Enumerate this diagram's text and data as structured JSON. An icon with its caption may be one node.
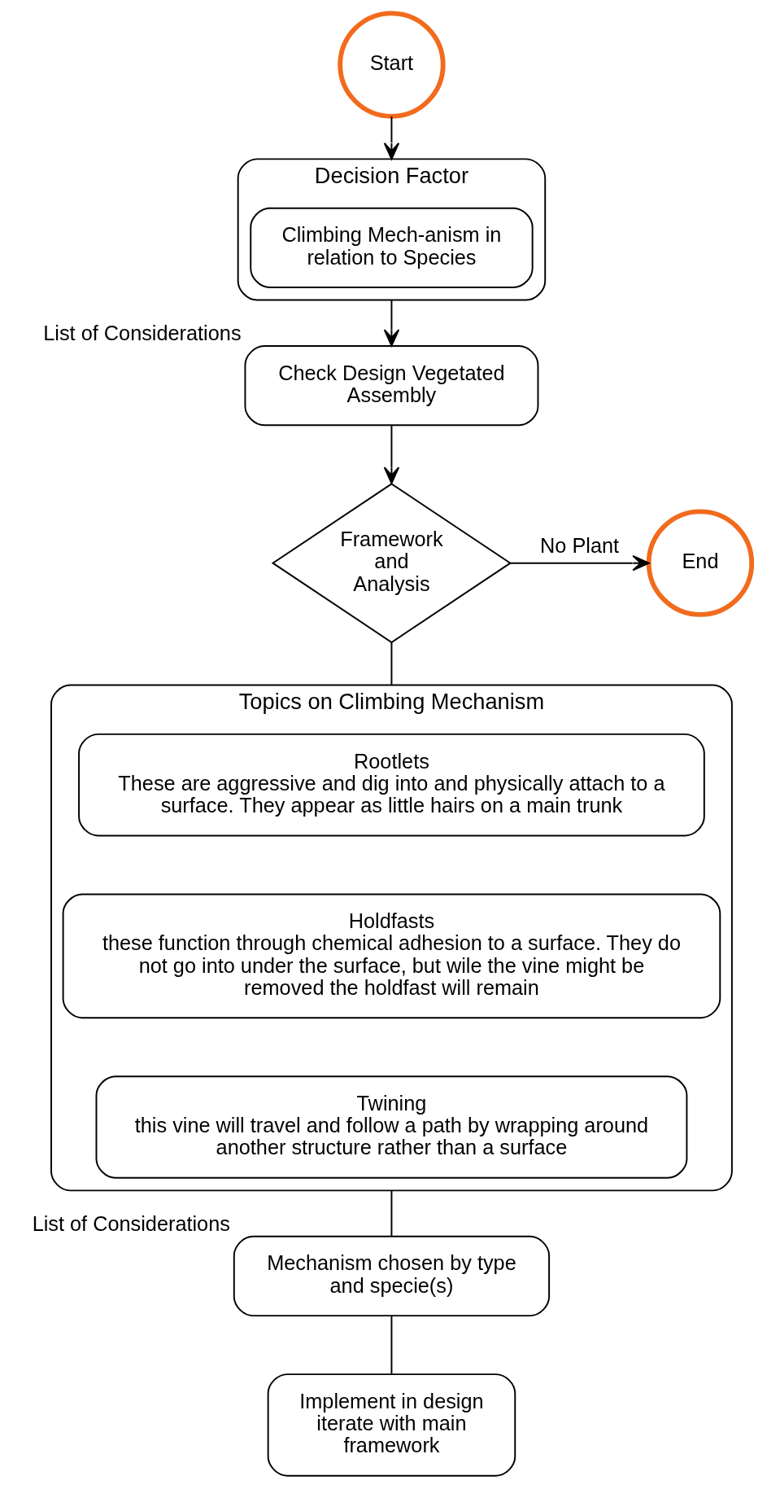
{
  "diagram": {
    "nodes": [
      {
        "text": [
          "Start"
        ]
      },
      {
        "text": [
          "Decision Factor"
        ]
      },
      {
        "text": [
          "Climbing Mech-anism in relation to Species"
        ],
        "in": 1
      },
      {
        "text": [
          "Check Design Vegetated Assembly"
        ],
        "beside": [
          "List of Considerations"
        ]
      },
      {
        "text": [
          "Framework and Analysis"
        ]
      },
      {
        "text": [
          "End"
        ]
      },
      {
        "text": [
          "Topics on Climbing Mechanism"
        ]
      },
      {
        "text": [
          "Rootlets",
          "These are aggressive and dig into and physically attach to a surface. They appear as little hairs on a main trunk"
        ],
        "in": 6
      },
      {
        "text": [
          "Holdfasts",
          "these function through chemical adhesion to a surface. They do not go into under the surface, but wile the vine might be removed the holdfast will remain"
        ],
        "in": 6
      },
      {
        "text": [
          "Twining",
          "this vine will travel and follow a path by wrapping around another structure rather than a surface"
        ],
        "in": 6
      },
      {
        "text": [
          "Mechanism chosen by type and specie(s)"
        ],
        "beside": [
          "List of Considerations"
        ]
      },
      {
        "text": [
          "Implement in design iterate with main framework"
        ]
      }
    ],
    "edges": [
      {
        "from": 0,
        "to": 1,
        "arrow": "to"
      },
      {
        "from": 1,
        "to": 3,
        "arrow": "to"
      },
      {
        "from": 3,
        "to": 4,
        "arrow": "to"
      },
      {
        "from": 4,
        "to": 5,
        "arrow": "to",
        "label": "No Plant"
      },
      {
        "from": 4,
        "to": 6,
        "arrow": "none"
      },
      {
        "from": 6,
        "to": 10,
        "arrow": "none"
      },
      {
        "from": 10,
        "to": 11,
        "arrow": "none"
      }
    ]
  }
}
